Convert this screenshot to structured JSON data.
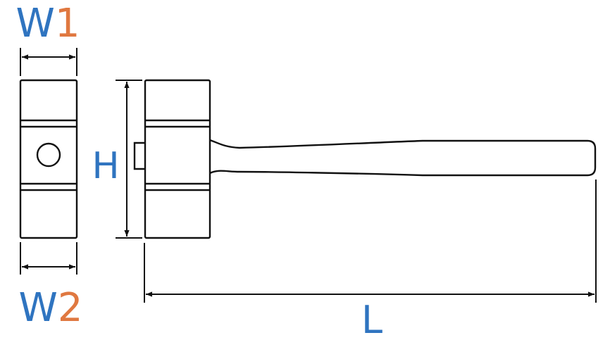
{
  "labels": {
    "w1": {
      "letter": "W",
      "digit": "1"
    },
    "w2": {
      "letter": "W",
      "digit": "2"
    },
    "h": "H",
    "l": "L"
  },
  "colors": {
    "letter": "#2f74c0",
    "digit": "#e07840",
    "stroke": "#111111"
  }
}
